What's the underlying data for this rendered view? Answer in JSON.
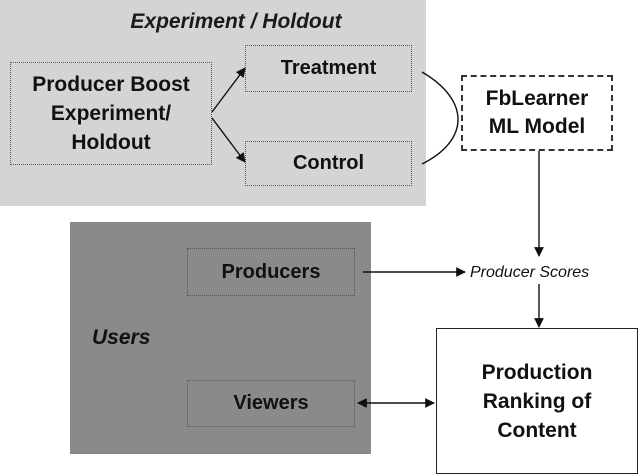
{
  "experiment_panel": {
    "title": "Experiment / Holdout",
    "boost_box": [
      "Producer Boost",
      "Experiment/",
      "Holdout"
    ],
    "treatment": "Treatment",
    "control": "Control"
  },
  "model_box": [
    "FbLearner",
    "ML Model"
  ],
  "users_panel": {
    "label": "Users",
    "producers": "Producers",
    "viewers": "Viewers"
  },
  "producer_scores_label": "Producer Scores",
  "ranking_box": [
    "Production",
    "Ranking of",
    "Content"
  ]
}
